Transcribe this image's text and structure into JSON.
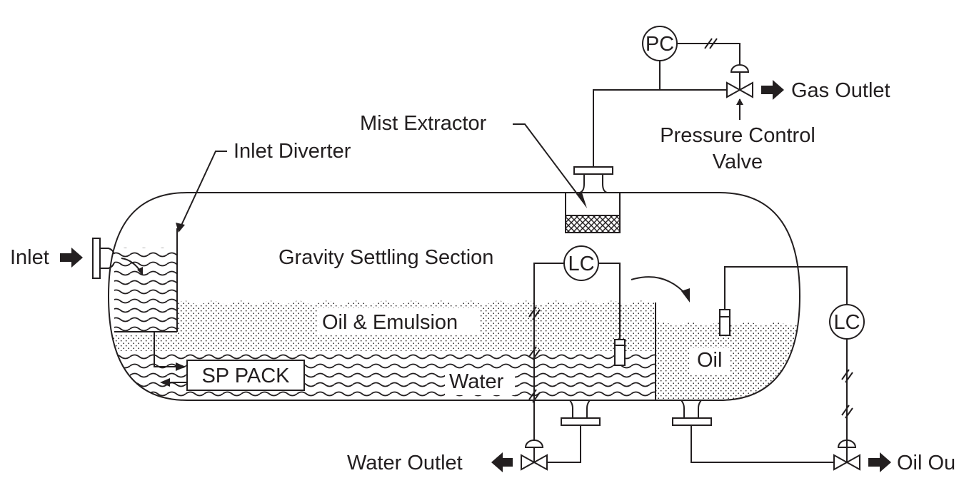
{
  "labels": {
    "pc": "PC",
    "gas_outlet": "Gas Outlet",
    "mist_extractor": "Mist Extractor",
    "pressure_control_valve_line1": "Pressure Control",
    "pressure_control_valve_line2": "Valve",
    "inlet_diverter": "Inlet Diverter",
    "inlet": "Inlet",
    "gravity_settling_section": "Gravity Settling Section",
    "lc": "LC",
    "oil_emulsion": "Oil & Emulsion",
    "oil": "Oil",
    "sp_pack": "SP PACK",
    "water": "Water",
    "water_outlet": "Water Outlet",
    "oil_outlet": "Oil Ou"
  },
  "colors": {
    "ink": "#231f20",
    "background": "#ffffff"
  }
}
